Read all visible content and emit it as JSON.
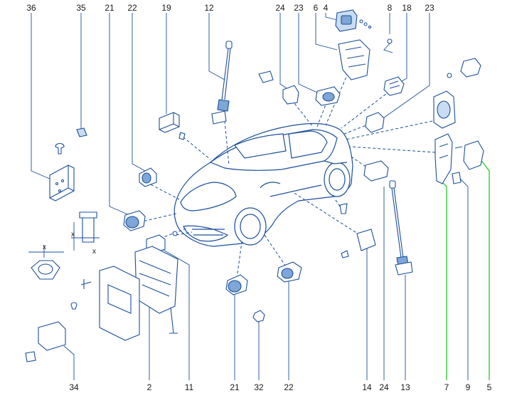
{
  "labels": {
    "top": [
      "36",
      "35",
      "21",
      "22",
      "19",
      "12",
      "24",
      "23",
      "6",
      "4",
      "8",
      "18",
      "23"
    ],
    "bottom": [
      "34",
      "2",
      "11",
      "21",
      "32",
      "22",
      "14",
      "24",
      "13",
      "7",
      "9",
      "5"
    ],
    "x_marks": [
      "x",
      "x",
      "x"
    ]
  },
  "colors": {
    "line": "#1b4f9b",
    "fill_light": "#c9dcf2",
    "fill_dark": "#7ea6d6",
    "highlight": "#33cc33",
    "label": "#1a1a1a"
  }
}
